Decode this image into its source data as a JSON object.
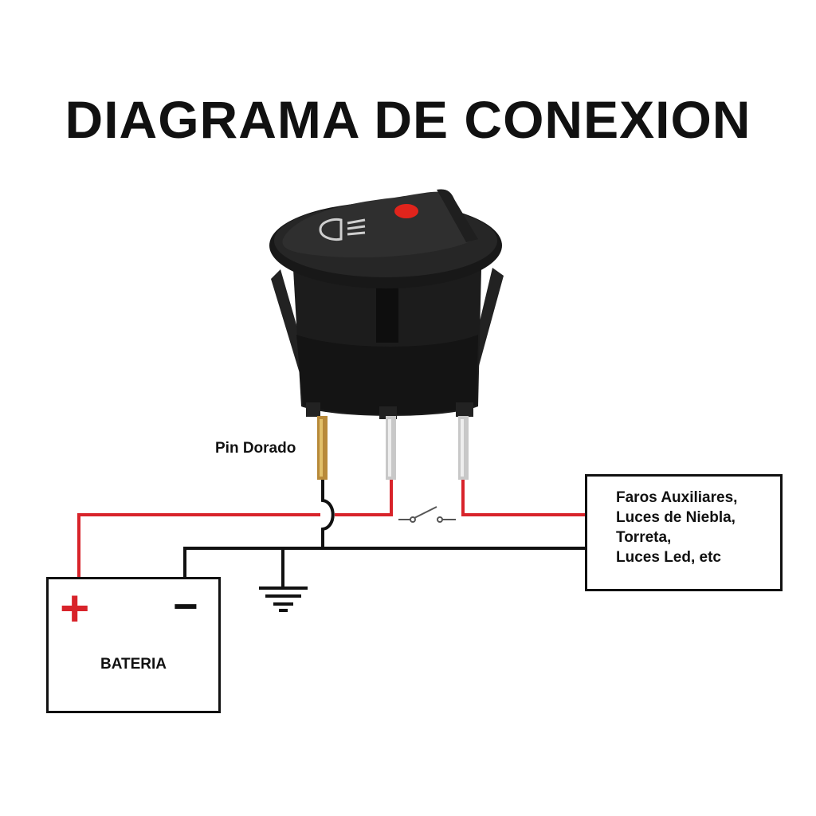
{
  "title": "DIAGRAMA DE CONEXION",
  "pin_label": "Pin Dorado",
  "load": {
    "lines": [
      "Faros Auxiliares,",
      "Luces de Niebla,",
      "Torreta,",
      "Luces Led, etc"
    ]
  },
  "battery": {
    "label": "BATERIA",
    "positive_symbol": "+",
    "negative_symbol": "−"
  },
  "icons": {
    "switch": "rocker-switch-icon",
    "lamp": "fog-light-icon",
    "indicator": "red-led-indicator-icon",
    "ground": "ground-symbol-icon",
    "switch_symbol": "switch-open-symbol-icon"
  },
  "colors": {
    "positive_wire": "#d8232a",
    "ground_wire": "#111111",
    "switch_body": "#1a1a1a",
    "led": "#e1241c"
  }
}
